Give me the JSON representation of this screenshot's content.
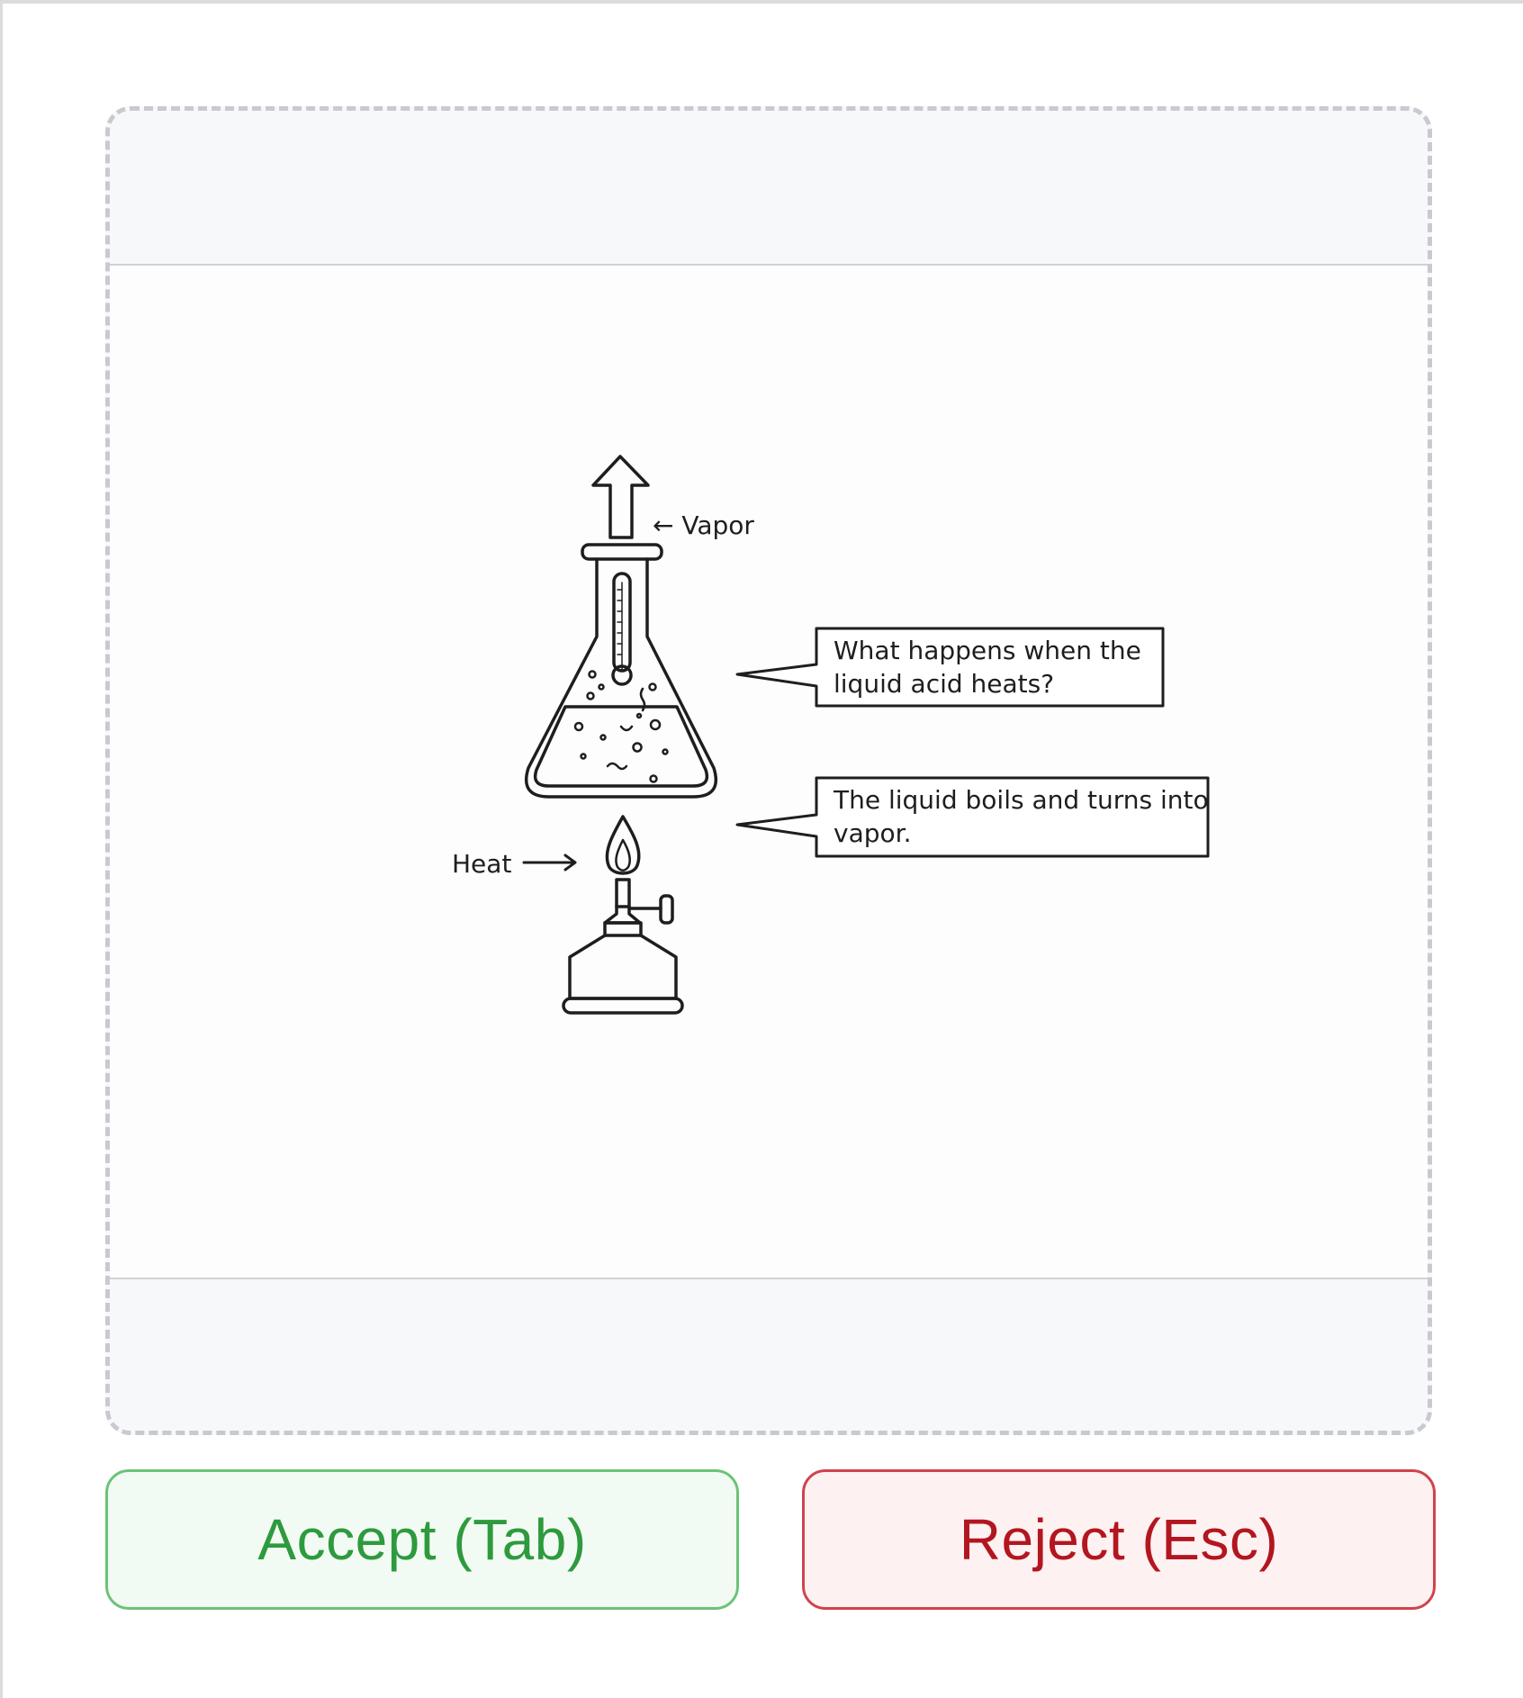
{
  "diagram": {
    "vapor_label": "← Vapor",
    "heat_label": "Heat",
    "question_line1": "What happens when the",
    "question_line2": "liquid acid heats?",
    "answer_line1": "The liquid boils and turns into",
    "answer_line2": "vapor."
  },
  "actions": {
    "accept_label": "Accept (Tab)",
    "reject_label": "Reject (Esc)"
  },
  "colors": {
    "accept": "#2e9a3e",
    "reject": "#b3161f"
  }
}
